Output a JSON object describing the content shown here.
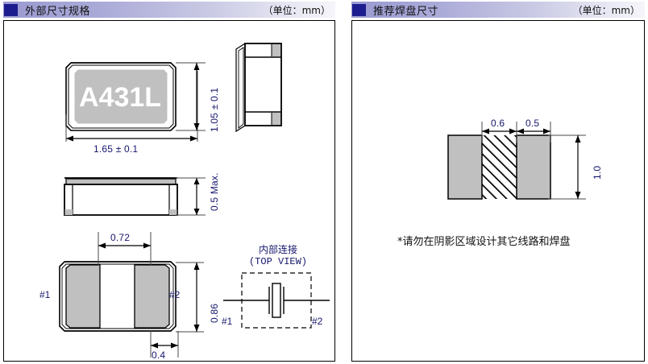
{
  "panels": {
    "left": {
      "title": "外部尺寸规格",
      "unit": "（单位：mm）"
    },
    "right": {
      "title": "推荐焊盘尺寸",
      "unit": "（单位：mm）"
    }
  },
  "outline_drawing": {
    "top_view": {
      "part_marking": "A431L",
      "width_dim": "1.65 ± 0.1",
      "height_dim": "1.05 ± 0.1"
    },
    "front_view": {
      "thickness_dim": "0.5 Max."
    },
    "bottom_view": {
      "pad_pitch_dim": "0.72",
      "pad_height_dim": "0.86",
      "pad_width_dim": "0.4",
      "pin1_label": "#1",
      "pin2_label": "#2"
    },
    "internal_connection": {
      "title_cn": "内部连接",
      "title_en": "(TOP VIEW)",
      "pin1_label": "#1",
      "pin2_label": "#2"
    }
  },
  "land_pattern": {
    "pad_width_dim": "0.6",
    "gap_dim": "0.5",
    "pad_height_dim": "1.0",
    "note": "*请勿在阴影区域设计其它线路和焊盘"
  },
  "colors": {
    "header_marker": "#1c1c8e",
    "dimension_text": "#16166e",
    "body_fill": "#c0c0c0",
    "outline": "#000000"
  }
}
